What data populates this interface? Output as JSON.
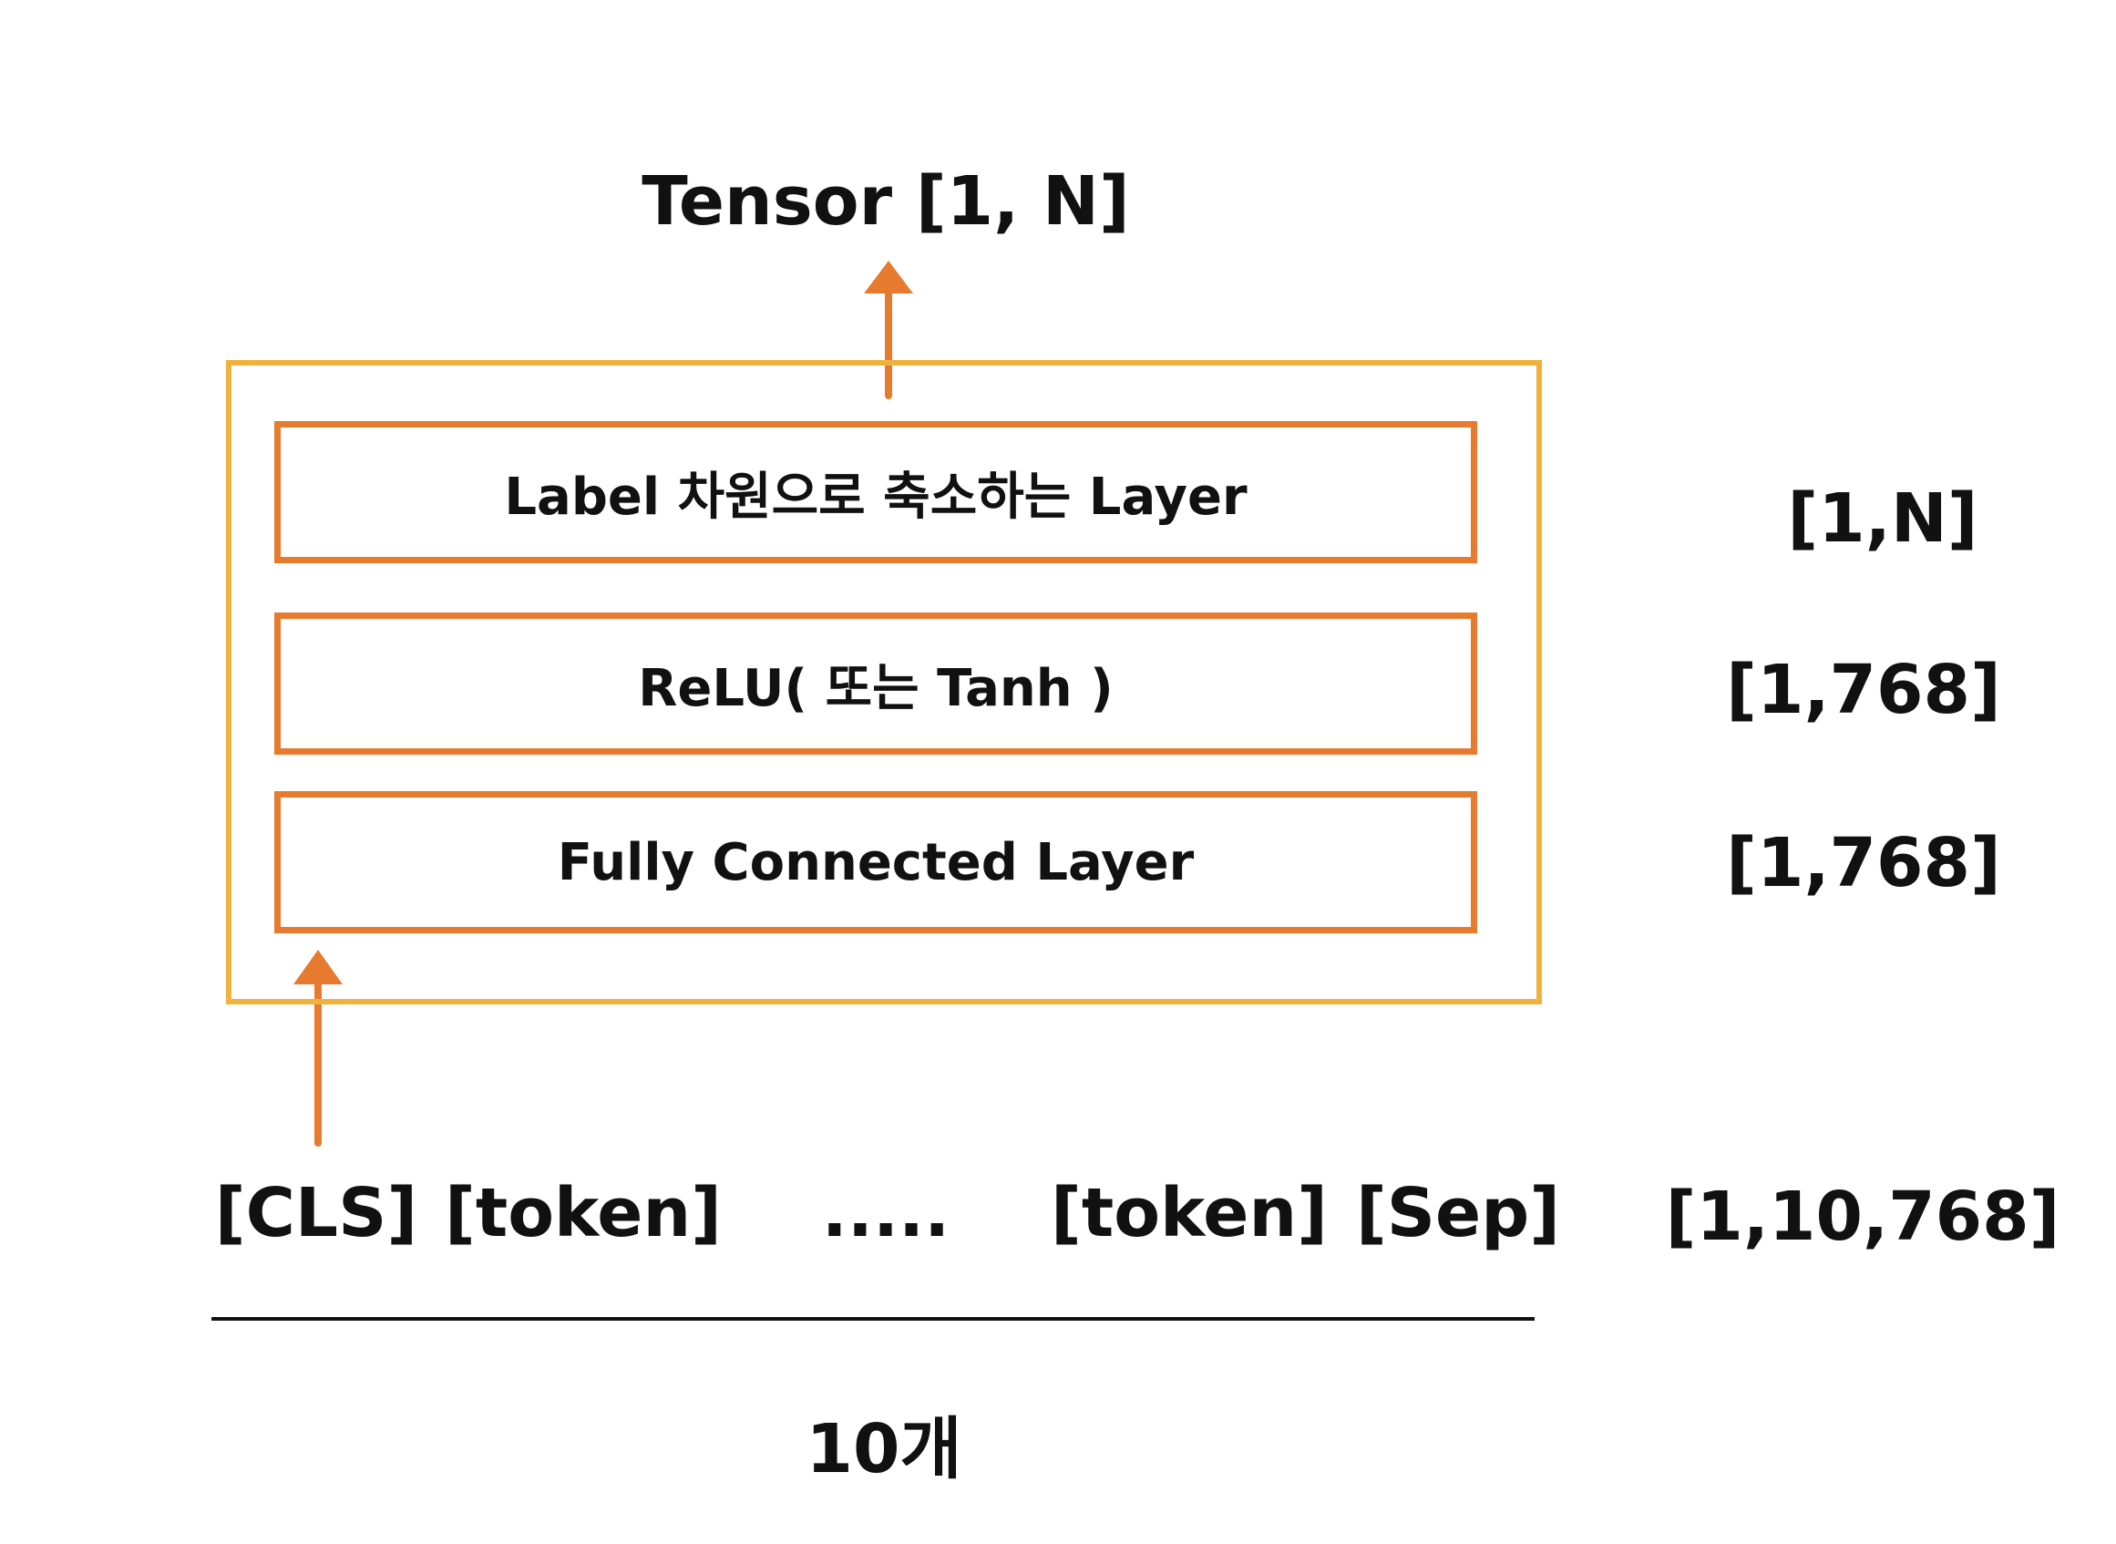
{
  "diagram": {
    "output_title": "Tensor [1, N]",
    "layers": [
      {
        "label": "Label 차원으로 축소하는 Layer",
        "shape": "[1,N]"
      },
      {
        "label": "ReLU( 또는 Tanh )",
        "shape": "[1,768]"
      },
      {
        "label": "Fully Connected Layer",
        "shape": "[1,768]"
      }
    ],
    "tokens": [
      "[CLS]",
      "[token]",
      ".....",
      "[token]",
      "[Sep]"
    ],
    "input_shape": "[1,10,768]",
    "token_count": "10개",
    "colors": {
      "outer_border": "#f0b23c",
      "layer_border": "#e67a2e",
      "arrow": "#e67a2e",
      "text": "#111111"
    }
  }
}
